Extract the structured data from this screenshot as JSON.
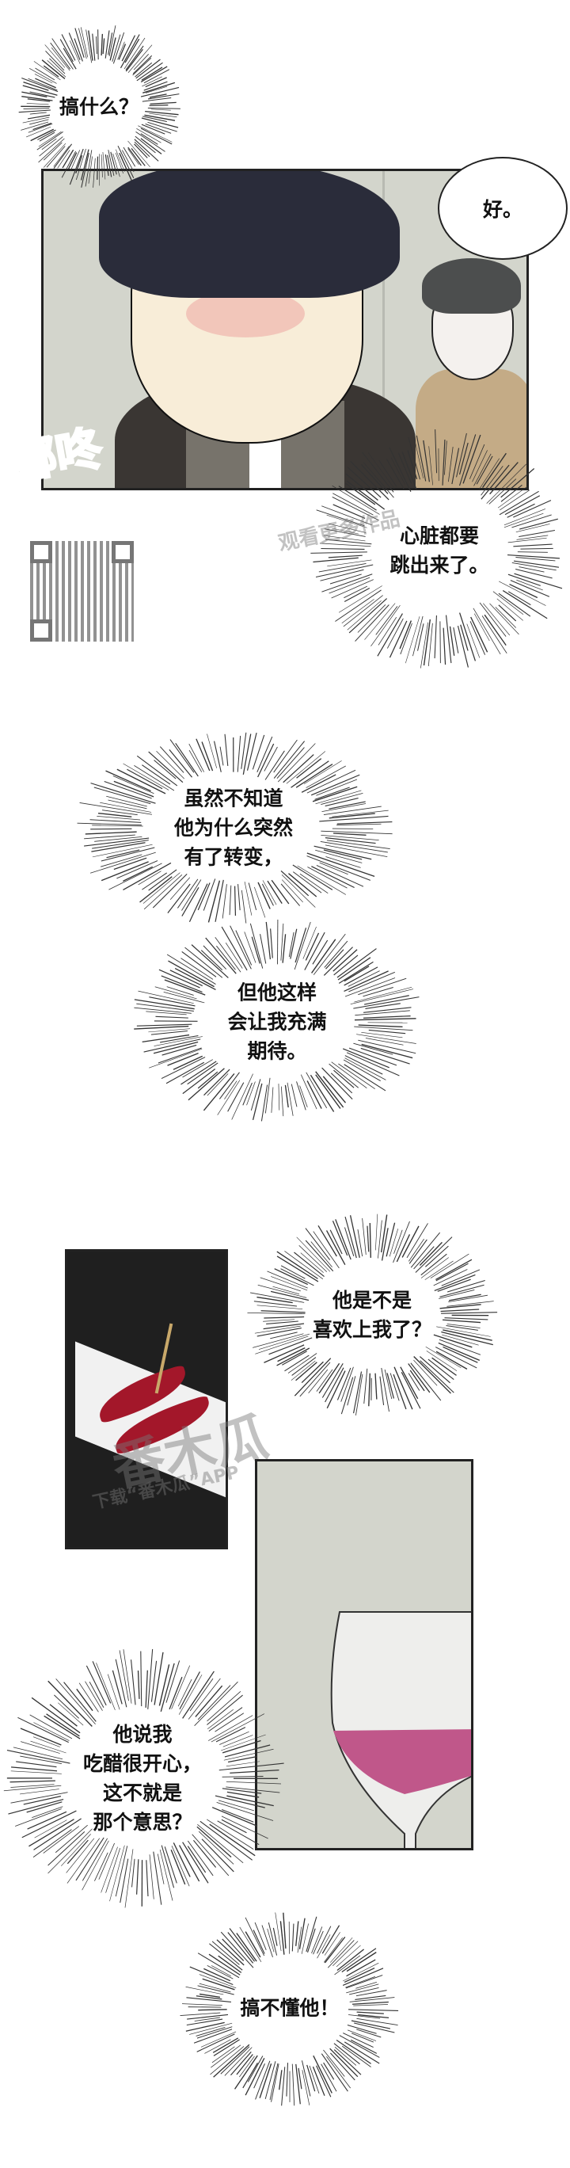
{
  "bubbles": {
    "b1": "搞什么？",
    "b2": "好。",
    "b3": [
      "心脏都要",
      "跳出来了。"
    ],
    "b4": [
      "虽然不知道",
      "他为什么突然",
      "有了转变，"
    ],
    "b5": [
      "但他这样",
      "会让我充满",
      "期待。"
    ],
    "b6": [
      "他是不是",
      "喜欢上我了？"
    ],
    "b7": [
      "他说我",
      "吃醋很开心，",
      "这不就是",
      "那个意思？"
    ],
    "b8": "搞不懂他！"
  },
  "sfx": "嘟咚",
  "watermark": {
    "logo": "番木瓜",
    "line1": "下载“番木瓜”APP",
    "line2": "观看更多作品"
  },
  "colors": {
    "wall": "#d3d5cc",
    "hair": "#2a2c3a",
    "wine": "#c0578a",
    "food_bg": "#1f1f1f"
  }
}
